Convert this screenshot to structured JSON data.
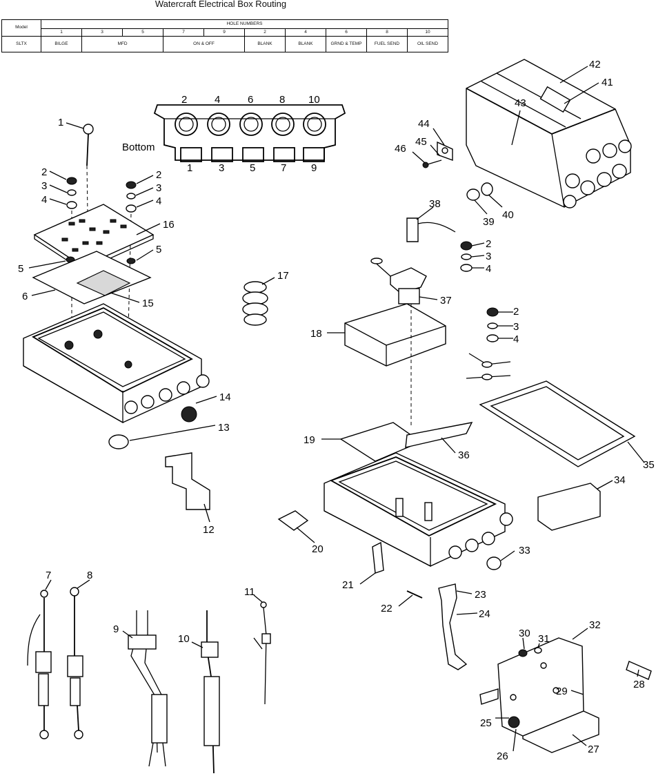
{
  "title": "Watercraft Electrical Box Routing",
  "table": {
    "model_header": "Model",
    "hole_numbers_header": "HOLE NUMBERS",
    "hole_numbers": [
      "1",
      "3",
      "5",
      "7",
      "9",
      "2",
      "4",
      "6",
      "8",
      "10"
    ],
    "row": {
      "model": "SLTX",
      "cells": [
        "BILGE",
        "MFD",
        "ON & OFF",
        "BLANK",
        "BLANK",
        "GRND & TEMP",
        "FUEL SEND",
        "OIL SEND"
      ]
    }
  },
  "bottom_view": {
    "label": "Bottom",
    "top_numbers": [
      "2",
      "4",
      "6",
      "8",
      "10"
    ],
    "bottom_numbers": [
      "1",
      "3",
      "5",
      "7",
      "9"
    ]
  },
  "callouts": {
    "c1": "1",
    "c2a": "2",
    "c3a": "3",
    "c4a": "4",
    "c2b": "2",
    "c3b": "3",
    "c4b": "4",
    "c16": "16",
    "c5a": "5",
    "c5b": "5",
    "c6": "6",
    "c15": "15",
    "c17": "17",
    "c14": "14",
    "c13": "13",
    "c12": "12",
    "c42": "42",
    "c41": "41",
    "c43": "43",
    "c44": "44",
    "c45": "45",
    "c46": "46",
    "c39": "39",
    "c40": "40",
    "c38": "38",
    "c2c": "2",
    "c3c": "3",
    "c4c": "4",
    "c37": "37",
    "c18": "18",
    "c2d": "2",
    "c3d": "3",
    "c4d": "4",
    "c19": "19",
    "c36": "36",
    "c35": "35",
    "c34": "34",
    "c20": "20",
    "c33": "33",
    "c21": "21",
    "c22": "22",
    "c23": "23",
    "c24": "24",
    "c7": "7",
    "c8": "8",
    "c9": "9",
    "c10": "10",
    "c11": "11",
    "c30": "30",
    "c31": "31",
    "c32": "32",
    "c28": "28",
    "c29": "29",
    "c25": "25",
    "c26": "26",
    "c27": "27"
  }
}
